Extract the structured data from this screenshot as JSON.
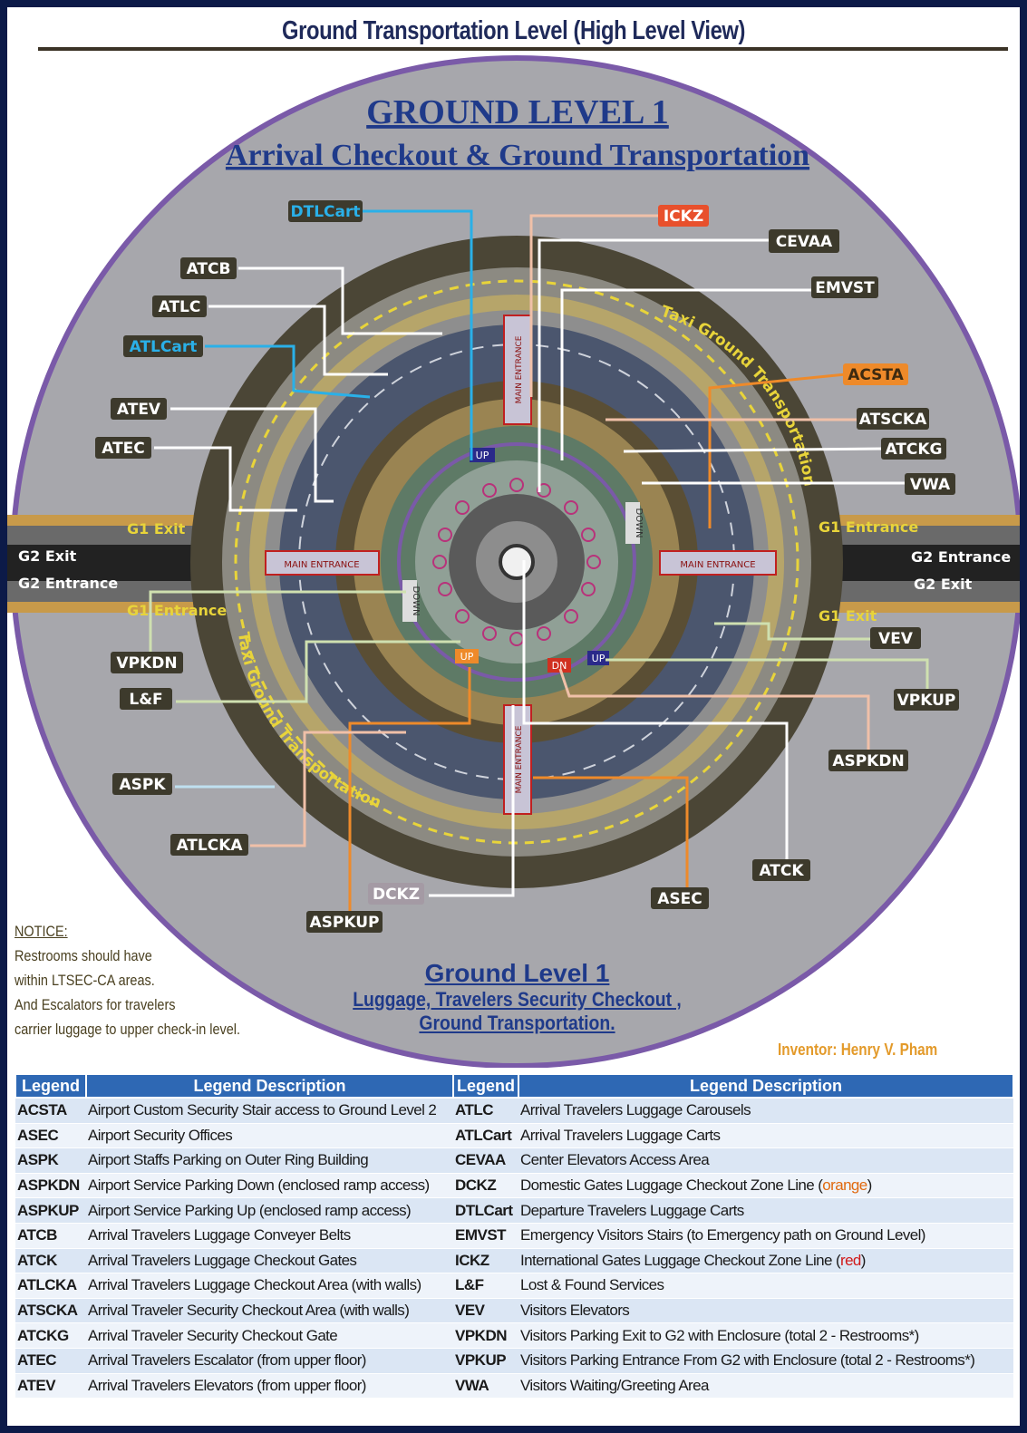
{
  "page_title": "Ground Transportation Level (High Level View)",
  "heading": {
    "line1": "GROUND LEVEL 1",
    "line2": "Arrival Checkout & Ground Transportation"
  },
  "ring_texts": {
    "taxi_upper": "Taxi Ground Transportation",
    "taxi_lower": "Taxi Ground Transportation"
  },
  "main_entrance_label": "MAIN ENTRANCE",
  "roads": {
    "left": [
      "G1 Exit",
      "G2 Exit",
      "G2 Entrance",
      "G1 Entrance"
    ],
    "right": [
      "G1 Entrance",
      "G2 Entrance",
      "G2 Exit",
      "G1 Exit"
    ]
  },
  "escalator_labels": [
    "UP",
    "DOWN",
    "DOWN",
    "UP",
    "DN",
    "UP"
  ],
  "callouts": [
    "DTLCart",
    "ICKZ",
    "CEVAA",
    "EMVST",
    "ACSTA",
    "ATSCKA",
    "ATCKG",
    "VWA",
    "ATCB",
    "ATLC",
    "ATLCart",
    "ATEV",
    "ATEC",
    "VEV",
    "VPKUP",
    "ASPKDN",
    "ATCK",
    "ASEC",
    "DCKZ",
    "ASPKUP",
    "ATLCKA",
    "ASPK",
    "L&F",
    "VPKDN"
  ],
  "colors": {
    "blue_callout": "#2ab0e8",
    "red_callout": "#e8502c",
    "orange_callout": "#ee8a2a",
    "dark_callout": "#3d3a2c",
    "ring_yellow": "#e8d43a",
    "outer_ring": "#a5a5aa",
    "purple_border": "#7a5aa8"
  },
  "notice": {
    "title": "NOTICE:",
    "lines": [
      "Restrooms should have",
      "within LTSEC-CA areas.",
      "And Escalators for travelers",
      "carrier luggage to upper check-in level."
    ]
  },
  "caption": {
    "line1": "Ground Level 1",
    "line2": "Luggage, Travelers Security Checkout ,",
    "line3": "Ground Transportation."
  },
  "inventor": "Inventor: Henry V. Pham",
  "legend": {
    "headers": [
      "Legend",
      "Legend Description",
      "Legend",
      "Legend Description"
    ],
    "rows": [
      {
        "c1": "ACSTA",
        "d1": "Airport Custom Security Stair access to Ground Level 2",
        "c2": "ATLC",
        "d2": "Arrival Travelers Luggage Carousels"
      },
      {
        "c1": "ASEC",
        "d1": "Airport Security Offices",
        "c2": "ATLCart",
        "d2": "Arrival Travelers Luggage Carts"
      },
      {
        "c1": "ASPK",
        "d1": "Airport Staffs Parking on Outer Ring Building",
        "c2": "CEVAA",
        "d2": "Center Elevators Access Area"
      },
      {
        "c1": "ASPKDN",
        "d1": "Airport Service Parking Down (enclosed ramp access)",
        "c2": "DCKZ",
        "d2": "Domestic Gates Luggage Checkout Zone Line (",
        "d2_hl": "orange",
        "d2_tail": ")"
      },
      {
        "c1": "ASPKUP",
        "d1": "Airport Service Parking Up (enclosed ramp access)",
        "c2": "DTLCart",
        "d2": "Departure Travelers Luggage Carts"
      },
      {
        "c1": "ATCB",
        "d1": "Arrival Travelers Luggage Conveyer Belts",
        "c2": "EMVST",
        "d2": "Emergency Visitors Stairs (to Emergency path on Ground Level)"
      },
      {
        "c1": "ATCK",
        "d1": "Arrival Travelers Luggage Checkout Gates",
        "c2": "ICKZ",
        "d2": "International Gates Luggage Checkout Zone Line (",
        "d2_hl": "red",
        "d2_tail": ")"
      },
      {
        "c1": "ATLCKA",
        "d1": "Arrival Travelers Luggage Checkout Area (with walls)",
        "c2": "L&F",
        "d2": "Lost & Found Services"
      },
      {
        "c1": "ATSCKA",
        "d1": "Arrival Traveler Security Checkout Area (with walls)",
        "c2": "VEV",
        "d2": "Visitors Elevators"
      },
      {
        "c1": "ATCKG",
        "d1": "Arrival Traveler Security Checkout Gate",
        "c2": "VPKDN",
        "d2": "Visitors Parking Exit to G2 with Enclosure (total 2 - Restrooms*)"
      },
      {
        "c1": "ATEC",
        "d1": "Arrival Travelers Escalator (from upper floor)",
        "c2": "VPKUP",
        "d2": "Visitors Parking Entrance From G2 with Enclosure (total 2 - Restrooms*)"
      },
      {
        "c1": "ATEV",
        "d1": "Arrival Travelers Elevators (from upper floor)",
        "c2": "VWA",
        "d2": "Visitors Waiting/Greeting Area"
      }
    ]
  }
}
